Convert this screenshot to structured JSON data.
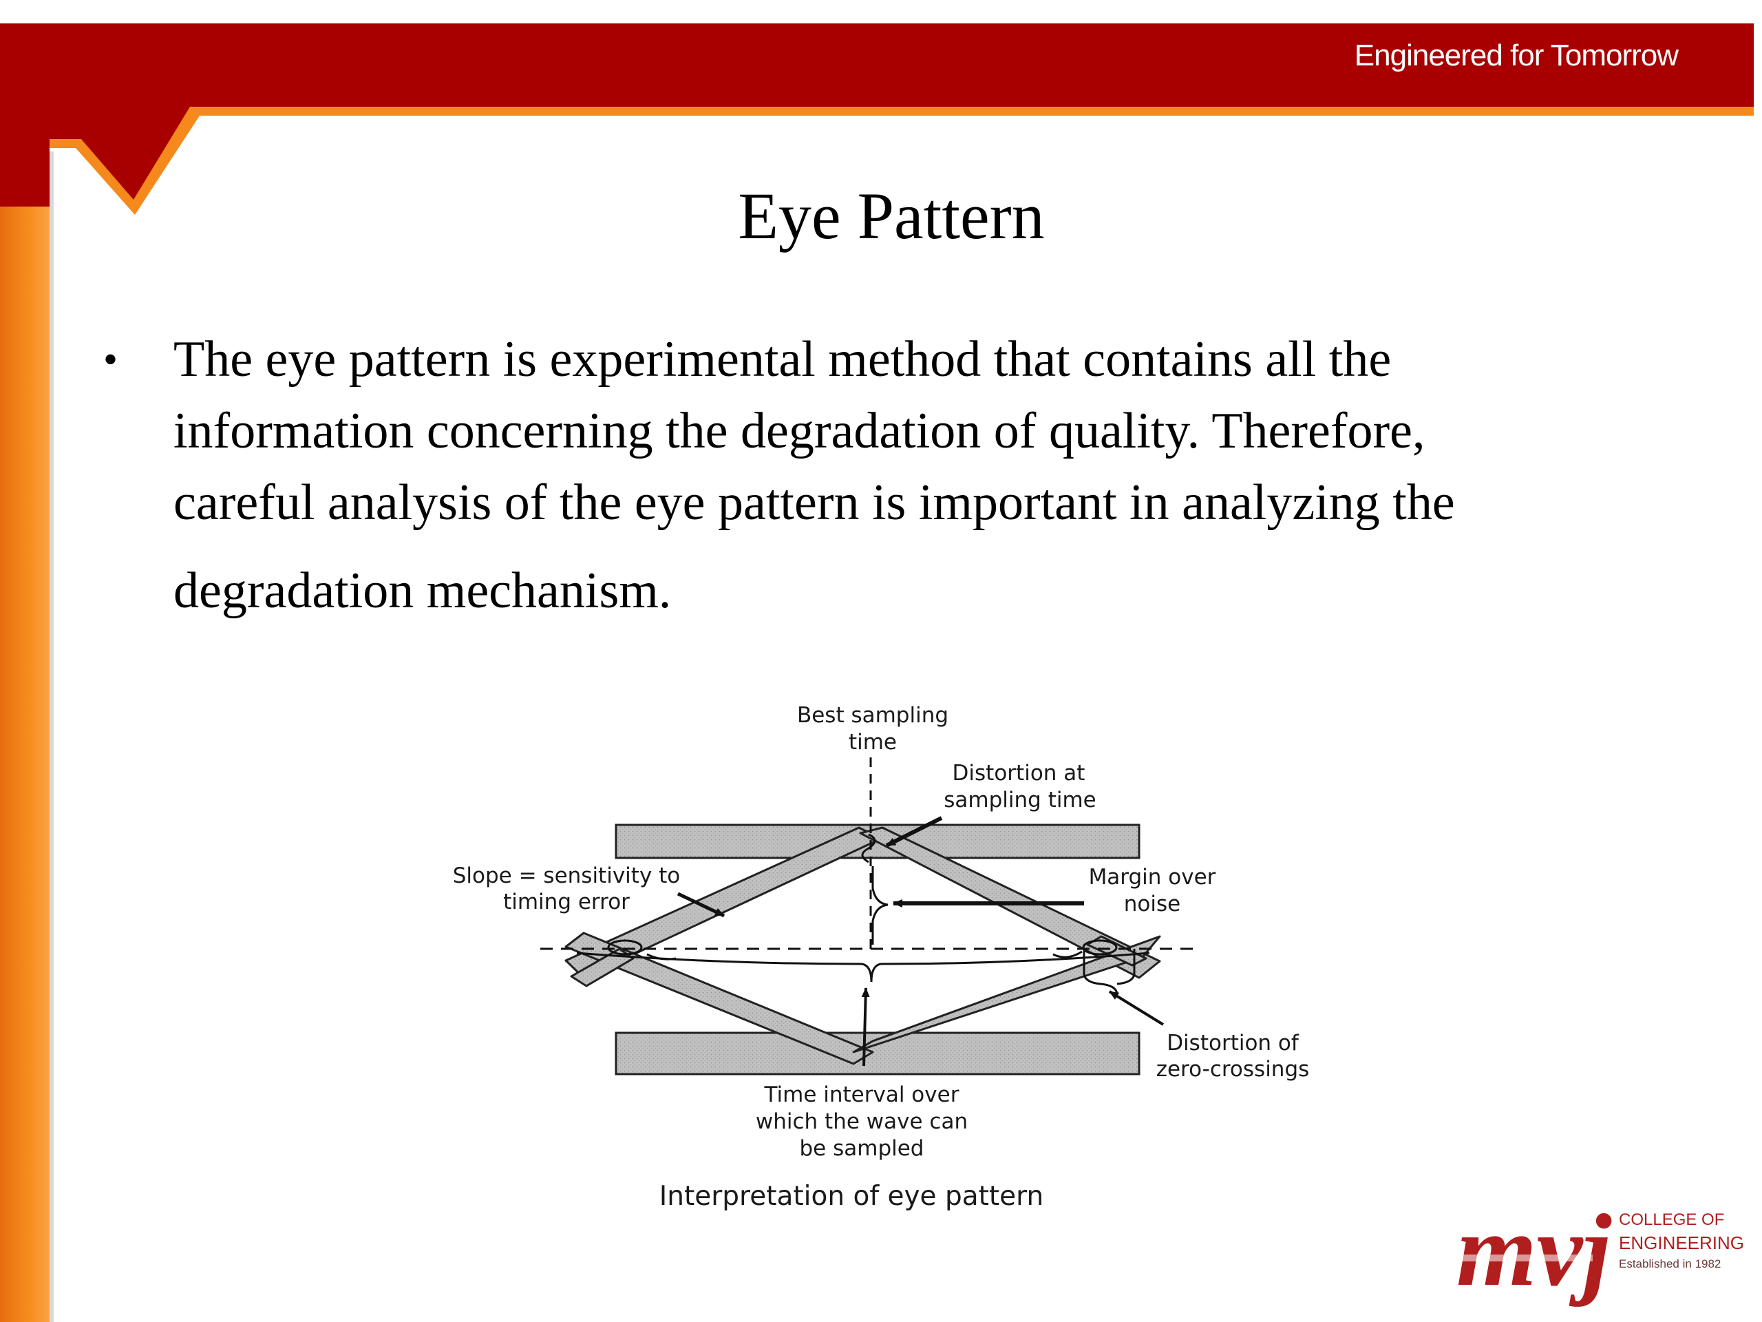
{
  "header": {
    "tagline": "Engineered for Tomorrow",
    "colors": {
      "red": "#A80000",
      "orange": "#F5891B"
    }
  },
  "slide": {
    "title": "Eye Pattern",
    "bullets": [
      {
        "lines": [
          "The eye pattern is experimental method that contains all the",
          "information concerning the degradation of quality. Therefore,",
          "careful analysis of the eye pattern is important in analyzing the",
          "degradation mechanism."
        ]
      }
    ]
  },
  "diagram": {
    "labels": {
      "best_sampling_1": "Best sampling",
      "best_sampling_2": "time",
      "distortion_sampling_1": "Distortion at",
      "distortion_sampling_2": "sampling time",
      "slope_1": "Slope = sensitivity to",
      "slope_2": "timing error",
      "margin_1": "Margin over",
      "margin_2": "noise",
      "zero_cross_1": "Distortion of",
      "zero_cross_2": "zero-crossings",
      "interval_1": "Time interval over",
      "interval_2": "which the wave can",
      "interval_3": "be sampled"
    },
    "caption": "Interpretation of eye pattern"
  },
  "logo": {
    "mark": "mvj",
    "line1": "COLLEGE OF",
    "line2": "ENGINEERING",
    "line3": "Established in 1982",
    "colors": {
      "mark": "#B01E1E",
      "text": "#B01E1E"
    }
  }
}
